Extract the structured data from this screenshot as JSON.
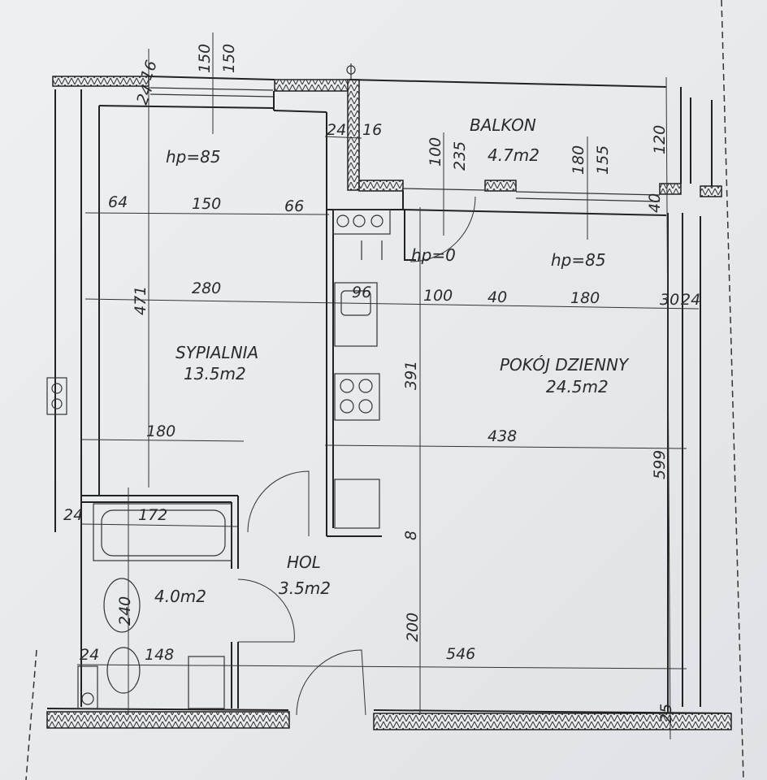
{
  "rooms": {
    "balcony": {
      "name": "BALKON",
      "area": "4.7m2"
    },
    "bedroom": {
      "name": "SYPIALNIA",
      "area": "13.5m2"
    },
    "living": {
      "name": "POKÓJ DZIENNY",
      "area": "24.5m2"
    },
    "hall": {
      "name": "HOL",
      "area": "3.5m2"
    },
    "bathroom": {
      "area": "4.0m2"
    }
  },
  "sill_heights": {
    "bedroom_window": "hp=85",
    "balcony_door": "hp=0",
    "living_window": "hp=85"
  },
  "window_dims": {
    "bedroom_top": "150",
    "bedroom_bottom": "150",
    "door_top": "100",
    "door_bottom": "235",
    "living_top": "180",
    "living_bottom": "155"
  },
  "dimensions": {
    "wall_24_top_left": "24",
    "wall_16_top_left": "16",
    "wall_24_mid": "24",
    "wall_16_mid": "16",
    "bed_64": "64",
    "bed_150": "150",
    "bed_66": "66",
    "bed_280": "280",
    "bed_471": "471",
    "bed_180": "180",
    "kitchen_96": "96",
    "living_100": "100",
    "living_40": "40",
    "living_180": "180",
    "living_30": "30",
    "living_24": "24",
    "living_391": "391",
    "living_438": "438",
    "living_599": "599",
    "living_546": "546",
    "hall_8": "8",
    "hall_200": "200",
    "balcony_120": "120",
    "balcony_40": "40",
    "bath_24_top": "24",
    "bath_172": "172",
    "bath_240": "240",
    "bath_24_bottom": "24",
    "bath_148": "148",
    "bottom_25": "25"
  }
}
